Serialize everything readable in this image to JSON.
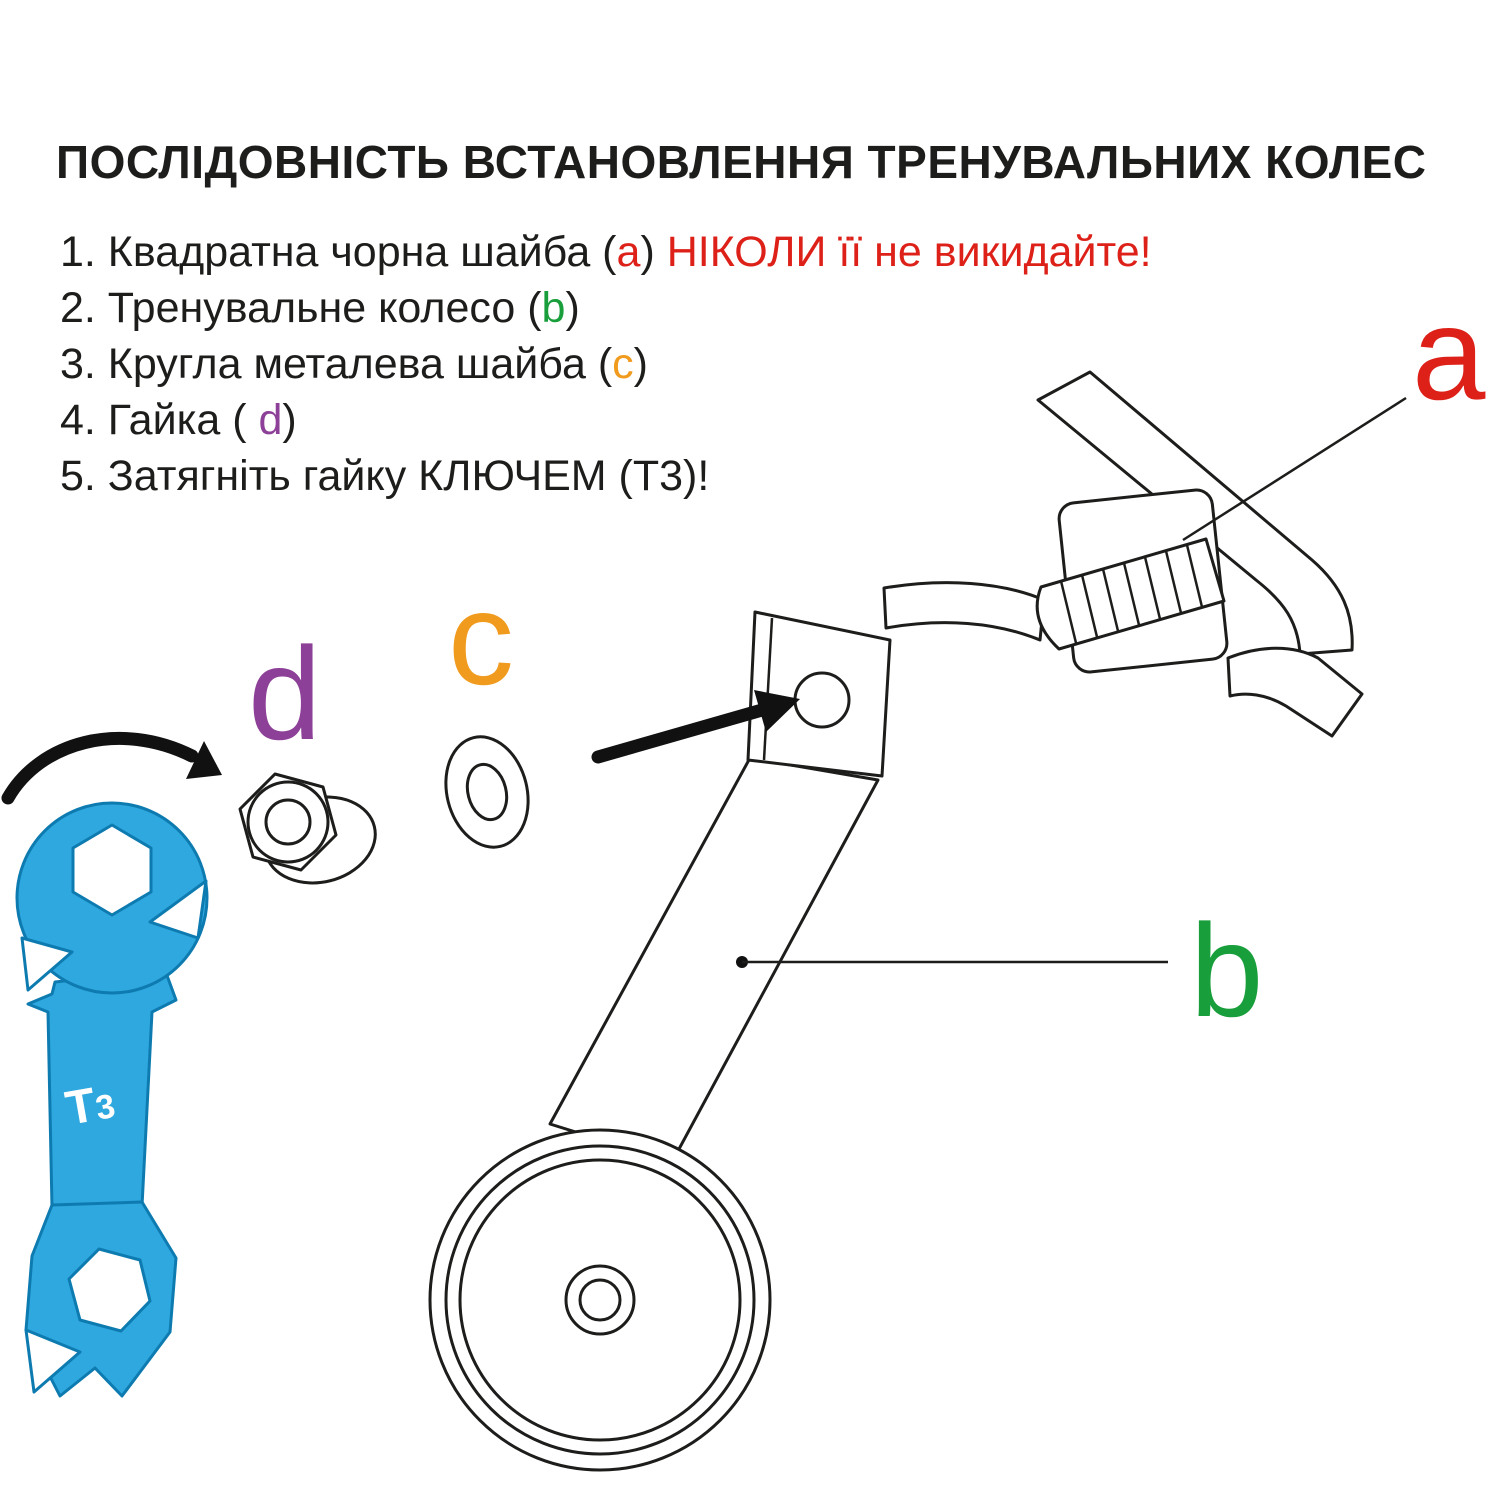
{
  "title": "ПОСЛІДОВНІСТЬ ВСТАНОВЛЕННЯ ТРЕНУВАЛЬНИХ КОЛЕС",
  "steps": [
    {
      "before": "1. Квадратна чорна шайба (",
      "marker": "a",
      "marker_color": "#dd2119",
      "after": ") ",
      "emphasis": "НІКОЛИ її не викидайте!",
      "emphasis_color": "#dd2119"
    },
    {
      "before": "2. Тренувальне колесо (",
      "marker": "b",
      "marker_color": "#189e3b",
      "after": ")",
      "emphasis": "",
      "emphasis_color": ""
    },
    {
      "before": "3. Кругла металева шайба (",
      "marker": "c",
      "marker_color": "#f09b1e",
      "after": ")",
      "emphasis": "",
      "emphasis_color": ""
    },
    {
      "before": "4. Гайка ( ",
      "marker": "d",
      "marker_color": "#8d4097",
      "after": ")",
      "emphasis": "",
      "emphasis_color": ""
    },
    {
      "before": "5. Затягніть гайку КЛЮЧЕМ (Т3)!",
      "marker": "",
      "marker_color": "",
      "after": "",
      "emphasis": "",
      "emphasis_color": ""
    }
  ],
  "labels": {
    "a": {
      "text": "a",
      "color": "#dd2119"
    },
    "b": {
      "text": "b",
      "color": "#189e3b"
    },
    "c": {
      "text": "c",
      "color": "#f09b1e"
    },
    "d": {
      "text": "d",
      "color": "#8d4097"
    },
    "wrench": {
      "main": "T",
      "sub": "3",
      "color": "#ffffff"
    }
  },
  "colors": {
    "ink": "#1d1d1b",
    "wrench_blue": "#2ea8df",
    "warning_red": "#dd2119"
  }
}
